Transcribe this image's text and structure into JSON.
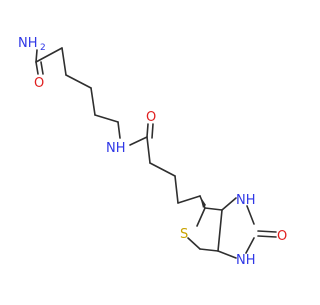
{
  "molecule": {
    "atom_labels": {
      "amide_nh2": "NH",
      "amide_nh2_sub": "2",
      "amide_o1": "O",
      "amide_nh": "NH",
      "amide_o2": "O",
      "ring_s": "S",
      "ring_nh_top": "NH",
      "ring_nh_bottom": "NH",
      "urea_o": "O"
    },
    "colors": {
      "bond": "#2f2f2f",
      "nitrogen": "#2f37e6",
      "oxygen": "#e02020",
      "sulfur": "#c9a300",
      "background": "#ffffff"
    }
  }
}
